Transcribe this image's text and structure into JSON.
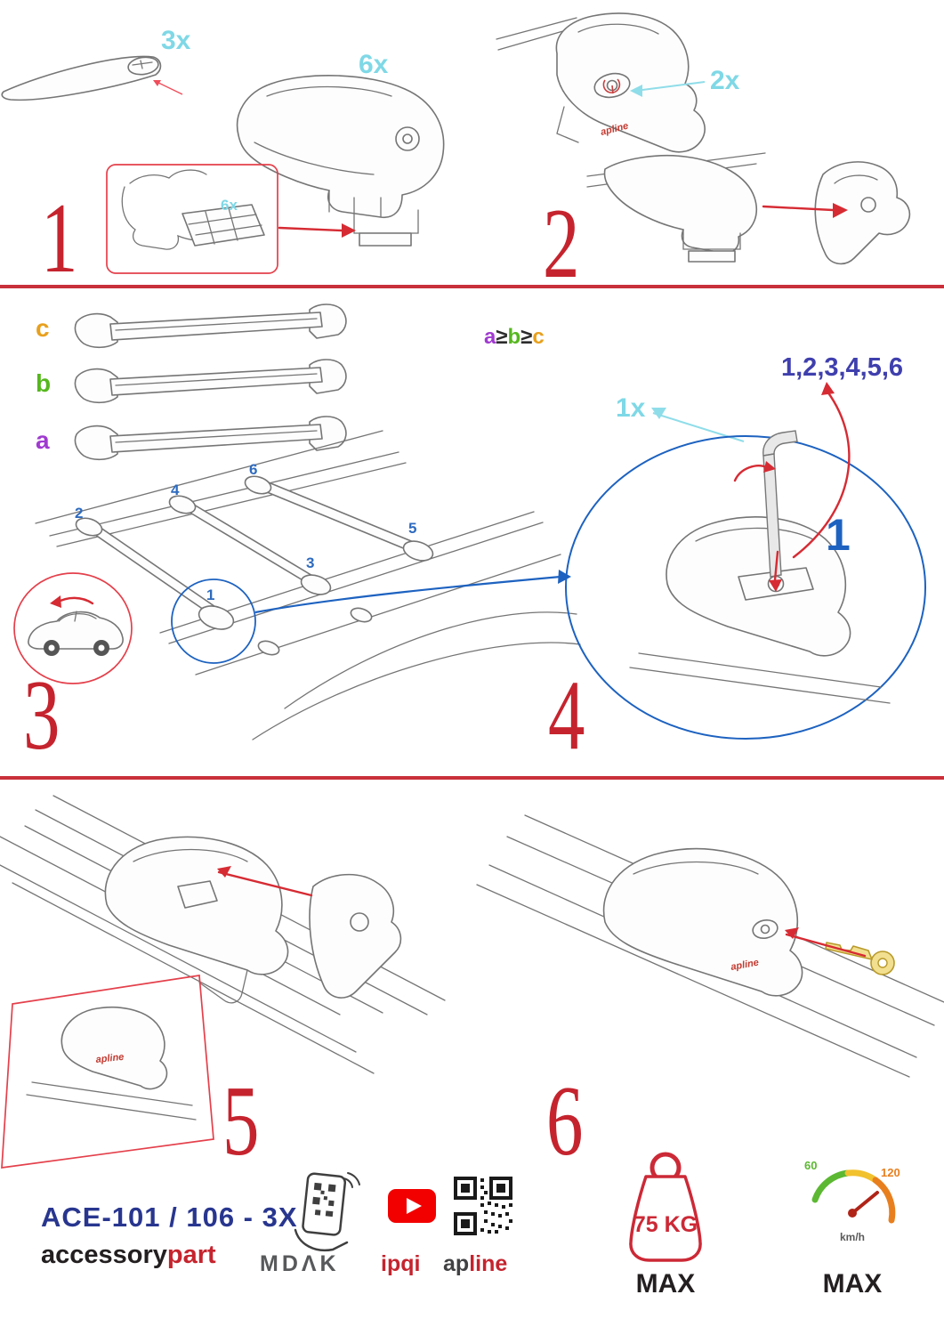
{
  "palette": {
    "accent_red": "#c5242e",
    "arrow_red": "#d62b33",
    "cyan": "#7fd8e6",
    "blue": "#1d62c0",
    "sequence_blue": "#3f3fae",
    "purple_a": "#a03ad0",
    "green_b": "#55b71d",
    "orange_c": "#e8a01c",
    "youtube_red": "#f20000"
  },
  "step1": {
    "number": "1",
    "qty_bar": "3x",
    "qty_foot": "6x",
    "qty_pad": "6x"
  },
  "step2": {
    "number": "2",
    "qty_lock": "2x",
    "foot_logo": "apline"
  },
  "step3": {
    "number": "3",
    "bar_labels": {
      "c": "c",
      "b": "b",
      "a": "a"
    },
    "size_note": {
      "a": "a",
      "ge1": "≥",
      "b": "b",
      "ge2": "≥",
      "c": "c"
    },
    "positions": {
      "p1": "1",
      "p2": "2",
      "p3": "3",
      "p4": "4",
      "p5": "5",
      "p6": "6"
    }
  },
  "step4": {
    "number": "4",
    "qty_key": "1x",
    "sequence": "1,2,3,4,5,6",
    "highlight_position": "1"
  },
  "step5": {
    "number": "5",
    "inset_logo": "apline"
  },
  "step6": {
    "number": "6",
    "foot_logo": "apline"
  },
  "footer": {
    "product_code": "ACE-101 / 106 - 3X",
    "brand": {
      "accessory": "accessory",
      "part": "part"
    },
    "mdak": "MDΛK",
    "ipqi": "ipqi",
    "apline": {
      "ap": "ap",
      "line": "line"
    },
    "weight": {
      "value": "75 KG",
      "max": "MAX"
    },
    "speed": {
      "low": "60",
      "high": "120",
      "unit": "km/h",
      "max": "MAX"
    }
  }
}
